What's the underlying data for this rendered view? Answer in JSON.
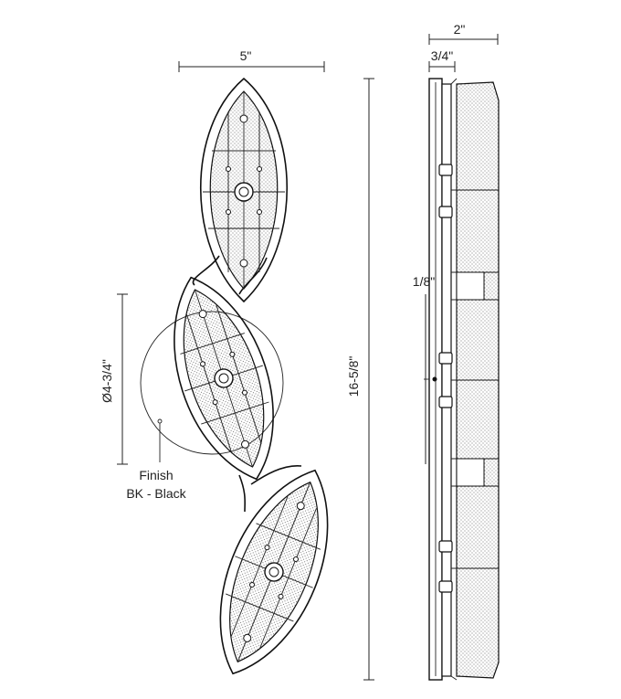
{
  "drawing": {
    "front_view": {
      "width_label": "5\"",
      "height_label": "16-5/8\"",
      "backplate_label": "Ø4-3/4\"",
      "finish_title": "Finish",
      "finish_value": "BK - Black"
    },
    "side_view": {
      "depth_label": "2\"",
      "plate_label": "3/4\"",
      "gap_label": "1/8\""
    }
  }
}
